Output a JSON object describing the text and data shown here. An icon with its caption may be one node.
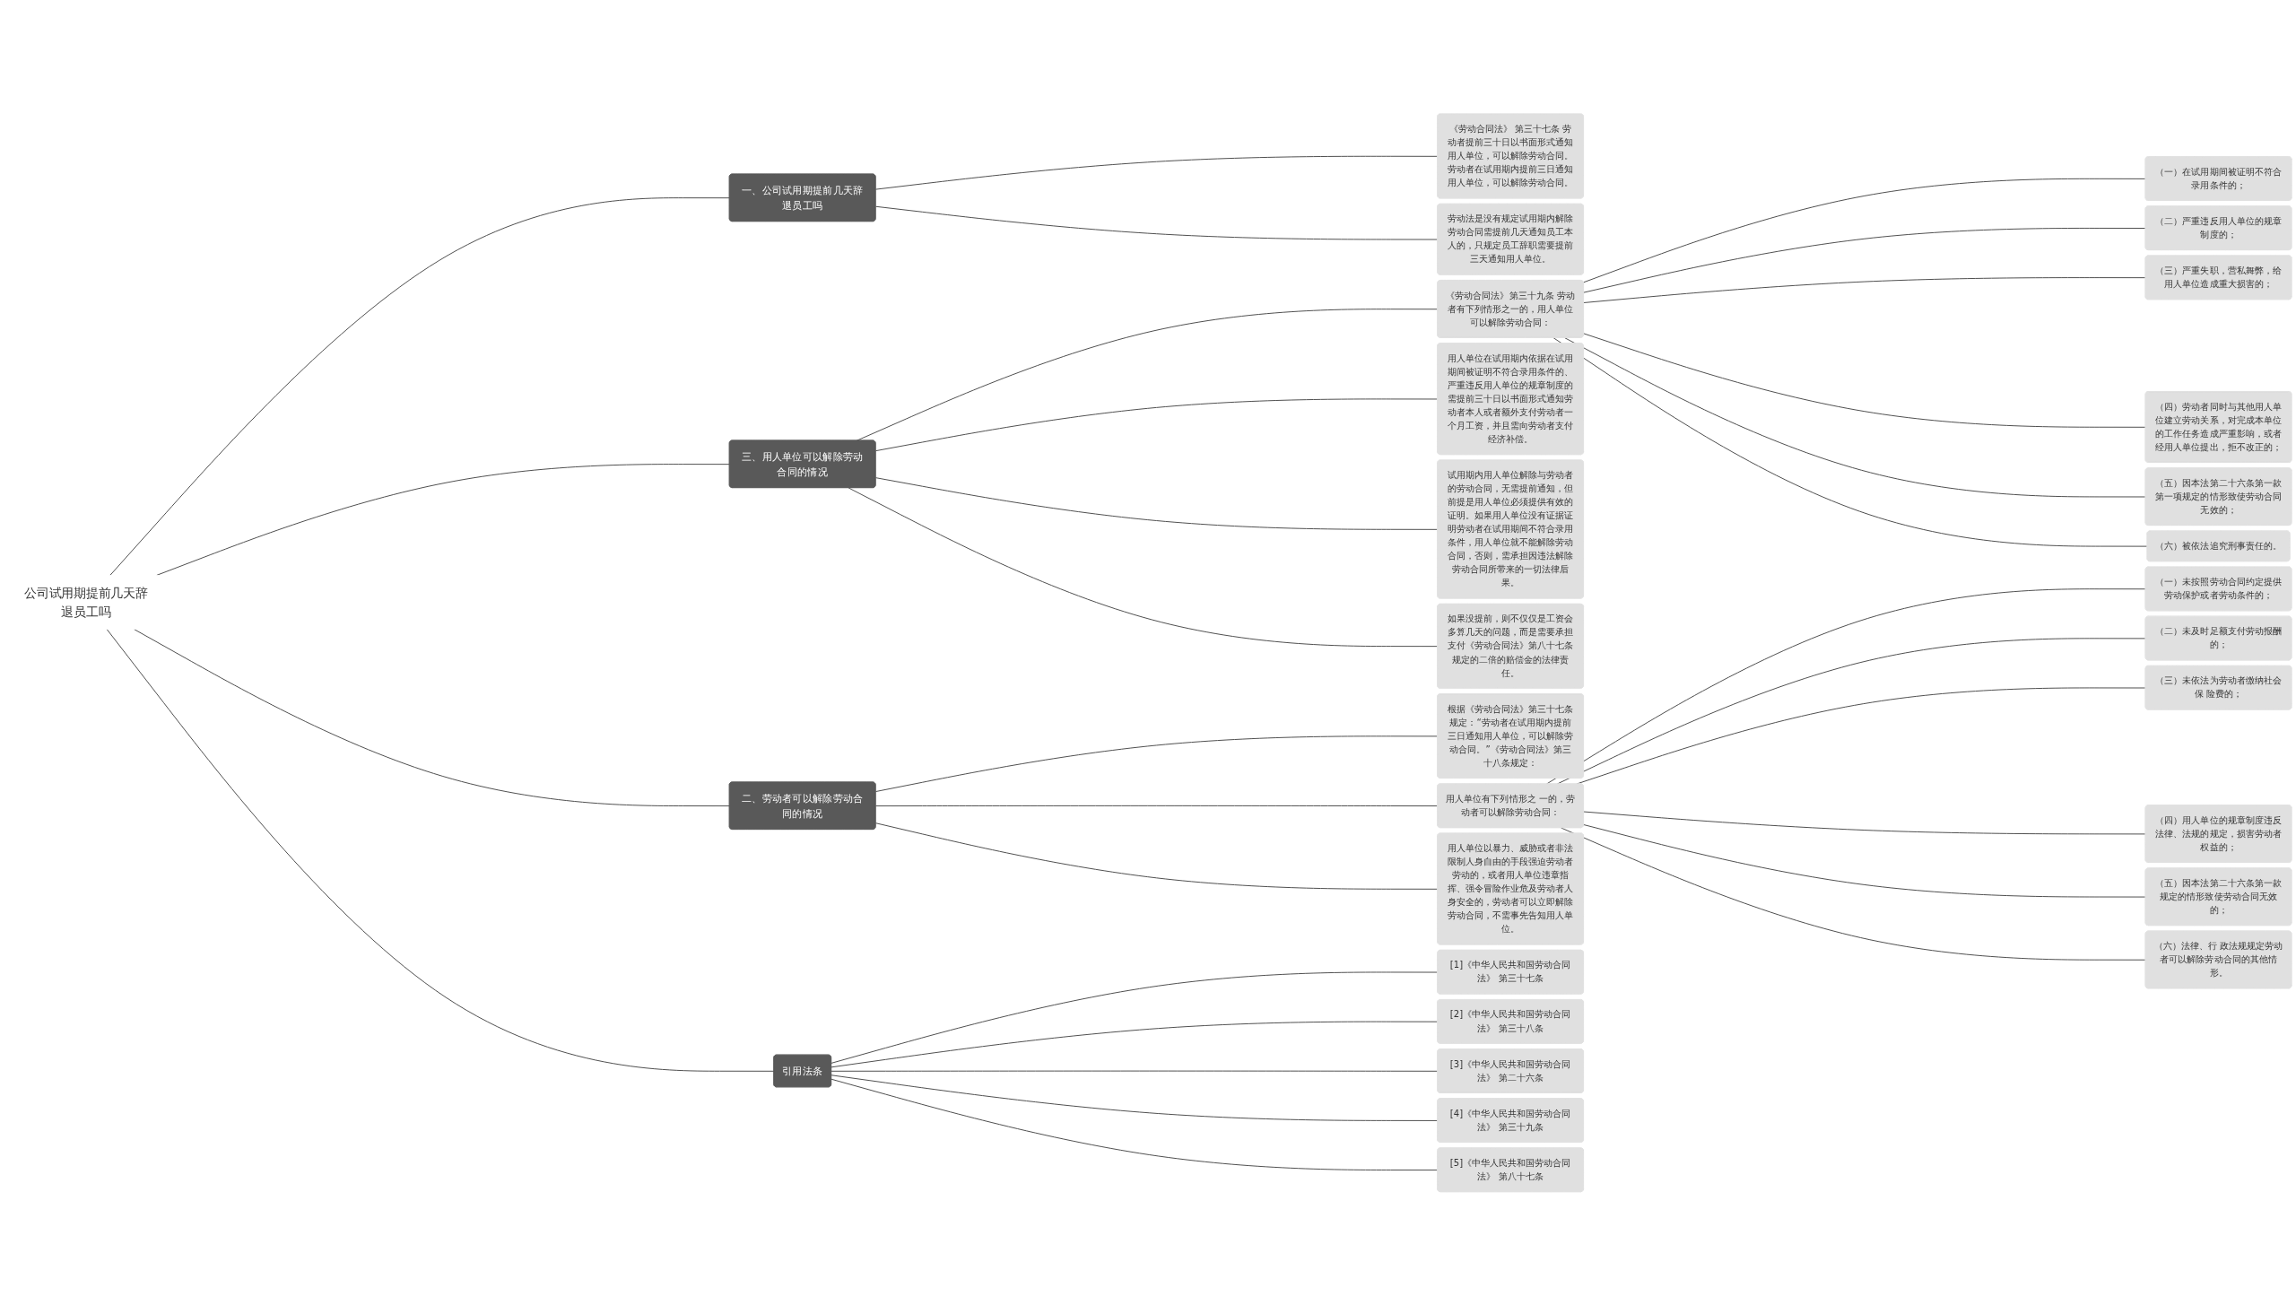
{
  "diagram": {
    "nodes": [
      {
        "text": [
          "公司试用期提前几天辞退员工吗"
        ]
      },
      {
        "text": [
          "一、公司试用期提前几天辞退员工吗"
        ]
      },
      {
        "text": [
          "《劳动合同法》 第三十七条 劳动者提前三十日以书面形式通知用人单位，可以解除劳动合同。劳动者在试用期内提前三日通知用人单位，可以解除劳动合同。"
        ]
      },
      {
        "text": [
          "劳动法是没有规定试用期内解除劳动合同需提前几天通知员工本人的，只规定员工辞职需要提前三天通知用人单位。"
        ]
      },
      {
        "text": [
          "三、用人单位可以解除劳动合同的情况"
        ]
      },
      {
        "text": [
          "《劳动合同法》第三十九条 劳动者有下列情形之一的，用人单位可以解除劳动合同："
        ]
      },
      {
        "text": [
          "（一）在试用期间被证明不符合录用条件的；"
        ]
      },
      {
        "text": [
          "（二）严重违反用人单位的规章制度的；"
        ]
      },
      {
        "text": [
          "（三）严重失职，营私舞弊，给用人单位造成重大损害的；"
        ]
      },
      {
        "text": [
          "（四）劳动者同时与其他用人单位建立劳动关系，对完成本单位的工作任务造成严重影响，或者经用人单位提出，拒不改正的；"
        ]
      },
      {
        "text": [
          "（五）因本法第二十六条第一款第一项规定的情形致使劳动合同无效的；"
        ]
      },
      {
        "text": [
          "（六）被依法追究刑事责任的。"
        ]
      },
      {
        "text": [
          "用人单位在试用期内依据在试用期间被证明不符合录用条件的、严重违反用人单位的规章制度的需提前三十日以书面形式通知劳动者本人或者额外支付劳动者一个月工资，并且需向劳动者支付经济补偿。"
        ]
      },
      {
        "text": [
          "试用期内用人单位解除与劳动者的劳动合同，无需提前通知，但前提是用人单位必须提供有效的证明。如果用人单位没有证据证明劳动者在试用期间不符合录用条件，用人单位就不能解除劳动合同，否则，需承担因违法解除劳动合同所带来的一切法律后果。"
        ]
      },
      {
        "text": [
          "如果没提前，则不仅仅是工资会多算几天的问题，而是需要承担支付《劳动合同法》第八十七条规定的二倍的赔偿金的法律责任。"
        ]
      },
      {
        "text": [
          "二、劳动者可以解除劳动合同的情况"
        ]
      },
      {
        "text": [
          "根据《劳动合同法》第三十七条规定：“劳动者在试用期内提前三日通知用人单位，可以解除劳动合同。”《劳动合同法》第三十八条规定："
        ]
      },
      {
        "text": [
          "用人单位有下列情形之 一的，劳动者可以解除劳动合同："
        ]
      },
      {
        "text": [
          "（一）未按照劳动合同约定提供劳动保护或者劳动条件的；"
        ]
      },
      {
        "text": [
          "（二）未及时足额支付劳动报酬的；"
        ]
      },
      {
        "text": [
          "（三）未依法为劳动者缴纳社会保 险费的；"
        ]
      },
      {
        "text": [
          "（四）用人单位的规章制度违反法律、法规的规定，损害劳动者权益的；"
        ]
      },
      {
        "text": [
          "（五）因本法第二十六条第一款规定的情形致使劳动合同无效的；"
        ]
      },
      {
        "text": [
          "（六）法律、行 政法规规定劳动者可以解除劳动合同的其他情形。"
        ]
      },
      {
        "text": [
          "用人单位以暴力、威胁或者非法限制人身自由的手段强迫劳动者劳动的，或者用人单位违章指挥、强令冒险作业危及劳动者人身安全的，劳动者可以立即解除劳动合同，不需事先告知用人单位。"
        ]
      },
      {
        "text": [
          "引用法条"
        ]
      },
      {
        "text": [
          "[1]《中华人民共和国劳动合同法》 第三十七条"
        ]
      },
      {
        "text": [
          "[2]《中华人民共和国劳动合同法》 第三十八条"
        ]
      },
      {
        "text": [
          "[3]《中华人民共和国劳动合同法》 第二十六条"
        ]
      },
      {
        "text": [
          "[4]《中华人民共和国劳动合同法》 第三十九条"
        ]
      },
      {
        "text": [
          "[5]《中华人民共和国劳动合同法》 第八十七条"
        ]
      }
    ],
    "edges": [
      {
        "from": 0,
        "to": 1,
        "arrow": "none"
      },
      {
        "from": 1,
        "to": 2,
        "arrow": "none"
      },
      {
        "from": 1,
        "to": 3,
        "arrow": "none"
      },
      {
        "from": 0,
        "to": 4,
        "arrow": "none"
      },
      {
        "from": 4,
        "to": 5,
        "arrow": "none"
      },
      {
        "from": 5,
        "to": 6,
        "arrow": "none"
      },
      {
        "from": 5,
        "to": 7,
        "arrow": "none"
      },
      {
        "from": 5,
        "to": 8,
        "arrow": "none"
      },
      {
        "from": 5,
        "to": 9,
        "arrow": "none"
      },
      {
        "from": 5,
        "to": 10,
        "arrow": "none"
      },
      {
        "from": 5,
        "to": 11,
        "arrow": "none"
      },
      {
        "from": 4,
        "to": 12,
        "arrow": "none"
      },
      {
        "from": 4,
        "to": 13,
        "arrow": "none"
      },
      {
        "from": 4,
        "to": 14,
        "arrow": "none"
      },
      {
        "from": 0,
        "to": 15,
        "arrow": "none"
      },
      {
        "from": 15,
        "to": 16,
        "arrow": "none"
      },
      {
        "from": 15,
        "to": 17,
        "arrow": "none"
      },
      {
        "from": 17,
        "to": 18,
        "arrow": "none"
      },
      {
        "from": 17,
        "to": 19,
        "arrow": "none"
      },
      {
        "from": 17,
        "to": 20,
        "arrow": "none"
      },
      {
        "from": 17,
        "to": 21,
        "arrow": "none"
      },
      {
        "from": 17,
        "to": 22,
        "arrow": "none"
      },
      {
        "from": 17,
        "to": 23,
        "arrow": "none"
      },
      {
        "from": 15,
        "to": 24,
        "arrow": "none"
      },
      {
        "from": 0,
        "to": 25,
        "arrow": "none"
      },
      {
        "from": 25,
        "to": 26,
        "arrow": "none"
      },
      {
        "from": 25,
        "to": 27,
        "arrow": "none"
      },
      {
        "from": 25,
        "to": 28,
        "arrow": "none"
      },
      {
        "from": 25,
        "to": 29,
        "arrow": "none"
      },
      {
        "from": 25,
        "to": 30,
        "arrow": "none"
      }
    ]
  }
}
